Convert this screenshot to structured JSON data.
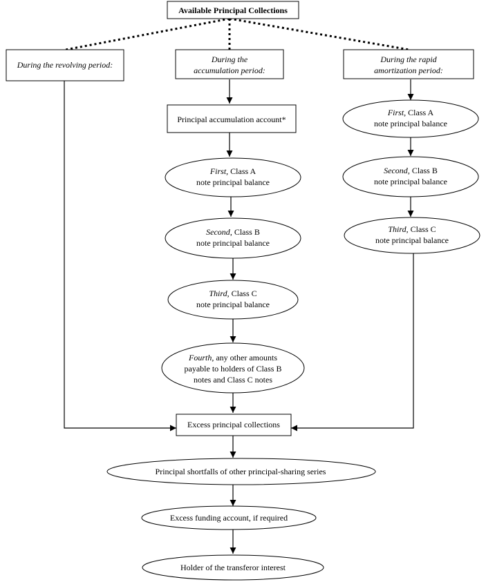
{
  "nodes": {
    "top": {
      "label": "Available Principal Collections"
    },
    "revolving": {
      "label": "During the revolving period:"
    },
    "accumulation": {
      "line1": "During the",
      "line2": "accumulation period:"
    },
    "rapid": {
      "line1": "During the rapid",
      "line2": "amortization period:"
    },
    "principal_account": {
      "label": "Principal accumulation account*"
    },
    "acc_first": {
      "ordinal": "First",
      "line1_rest": ", Class A",
      "line2": "note principal balance"
    },
    "acc_second": {
      "ordinal": "Second",
      "line1_rest": ", Class B",
      "line2": "note principal balance"
    },
    "acc_third": {
      "ordinal": "Third",
      "line1_rest": ", Class C",
      "line2": "note principal balance"
    },
    "acc_fourth": {
      "ordinal": "Fourth",
      "line1_rest": ", any other amounts",
      "line2": "payable to holders of Class B",
      "line3": "notes and Class C notes"
    },
    "rapid_first": {
      "ordinal": "First",
      "line1_rest": ", Class A",
      "line2": "note principal balance"
    },
    "rapid_second": {
      "ordinal": "Second",
      "line1_rest": ", Class B",
      "line2": "note principal balance"
    },
    "rapid_third": {
      "ordinal": "Third",
      "line1_rest": ", Class C",
      "line2": "note principal balance"
    },
    "excess_collections": {
      "label": "Excess principal collections"
    },
    "shortfalls": {
      "label": "Principal shortfalls of other principal-sharing series"
    },
    "funding_account": {
      "label": "Excess funding account, if required"
    },
    "transferor": {
      "label": "Holder of the transferor interest"
    }
  }
}
